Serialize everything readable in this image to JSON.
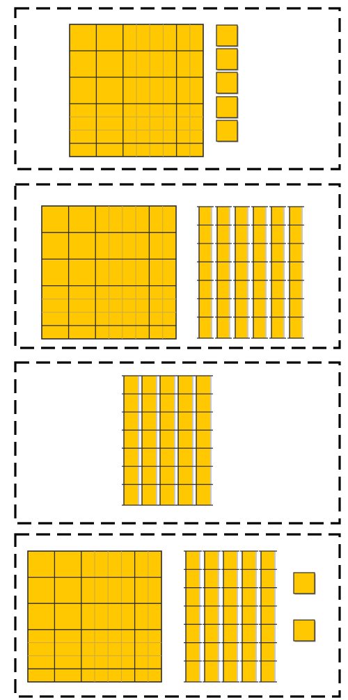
{
  "colors": {
    "block_fill": "#FFC800",
    "grid_line_dark": "#2b2b2b",
    "grid_line_light": "#c9a94a",
    "rod_gap": "#c8c8c8",
    "dash": "#000000",
    "background": "#ffffff"
  },
  "panels": [
    {
      "name": "panel-1",
      "hundreds": 1,
      "tens": 0,
      "ones": 5
    },
    {
      "name": "panel-2",
      "hundreds": 1,
      "tens": 6,
      "ones": 0
    },
    {
      "name": "panel-3",
      "hundreds": 0,
      "tens": 5,
      "ones": 0
    },
    {
      "name": "panel-4",
      "hundreds": 1,
      "tens": 5,
      "ones": 2
    }
  ]
}
